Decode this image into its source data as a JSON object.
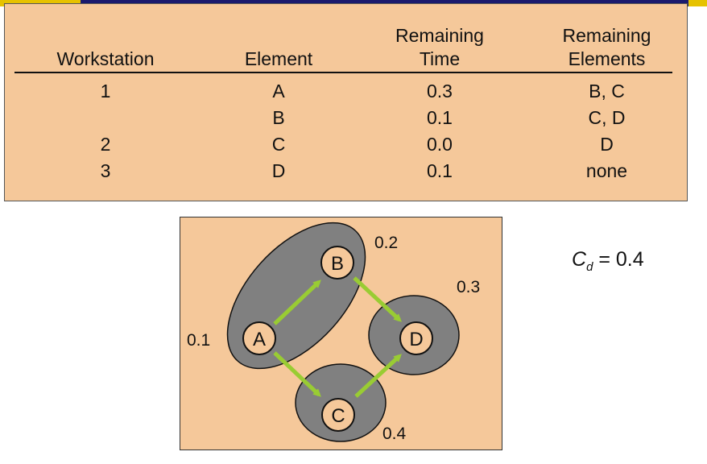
{
  "table": {
    "headers": {
      "workstation": "Workstation",
      "element": "Element",
      "remaining_time_1": "Remaining",
      "remaining_time_2": "Time",
      "remaining_elements_1": "Remaining",
      "remaining_elements_2": "Elements"
    },
    "rows": [
      {
        "workstation": "1",
        "element": "A",
        "time": "0.3",
        "remaining": "B, C"
      },
      {
        "workstation": "",
        "element": "B",
        "time": "0.1",
        "remaining": "C, D"
      },
      {
        "workstation": "2",
        "element": "C",
        "time": "0.0",
        "remaining": "D"
      },
      {
        "workstation": "3",
        "element": "D",
        "time": "0.1",
        "remaining": "none"
      }
    ]
  },
  "diagram": {
    "nodes": [
      {
        "id": "A",
        "label": "A",
        "time": "0.1"
      },
      {
        "id": "B",
        "label": "B",
        "time": "0.2"
      },
      {
        "id": "C",
        "label": "C",
        "time": "0.4"
      },
      {
        "id": "D",
        "label": "D",
        "time": "0.3"
      }
    ],
    "edges": [
      [
        "A",
        "B"
      ],
      [
        "A",
        "C"
      ],
      [
        "B",
        "D"
      ],
      [
        "C",
        "D"
      ]
    ],
    "colors": {
      "panel": "#f5c89a",
      "ellipse": "#808080",
      "node_fill": "#f5c89a",
      "arrow": "#99cc33"
    }
  },
  "cycle_time": {
    "symbol": "C",
    "subscript": "d",
    "value": "= 0.4"
  }
}
